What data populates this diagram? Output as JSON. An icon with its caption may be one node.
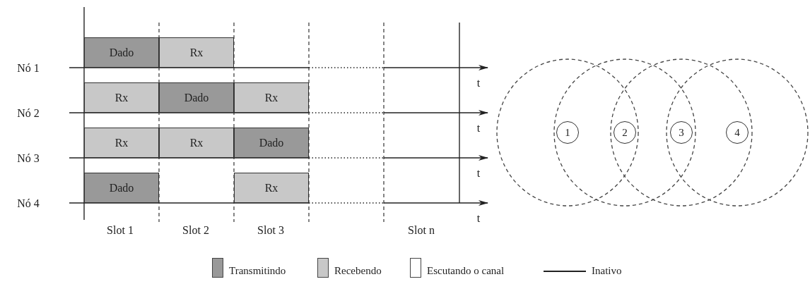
{
  "diagram": {
    "nodes": [
      {
        "text": [
          "Dado"
        ]
      },
      {
        "text": [
          "Rx"
        ]
      },
      {
        "text": [
          "Rx"
        ]
      },
      {
        "text": [
          "Dado"
        ]
      },
      {
        "text": [
          "Rx"
        ]
      },
      {
        "text": [
          "Rx"
        ]
      },
      {
        "text": [
          "Rx"
        ]
      },
      {
        "text": [
          "Dado"
        ]
      },
      {
        "text": [
          "Dado"
        ]
      },
      {
        "text": [
          "Rx"
        ]
      },
      {
        "text": [
          "1"
        ]
      },
      {
        "text": [
          "2"
        ]
      },
      {
        "text": [
          "3"
        ]
      },
      {
        "text": [
          "4"
        ]
      }
    ],
    "edges": [],
    "labels": [
      "Nó 1",
      "t",
      "Nó 2",
      "t",
      "Nó 3",
      "t",
      "Nó 4",
      "t",
      "Slot 1",
      "Slot 2",
      "Slot 3",
      "Slot n"
    ],
    "legend": [
      {
        "text": "Transmitindo",
        "color": "#999999"
      },
      {
        "text": "Recebendo",
        "color": "#c8c8c8"
      },
      {
        "text": "Escutando o canal",
        "color": "#ffffff"
      },
      {
        "text": "Inativo"
      }
    ]
  }
}
